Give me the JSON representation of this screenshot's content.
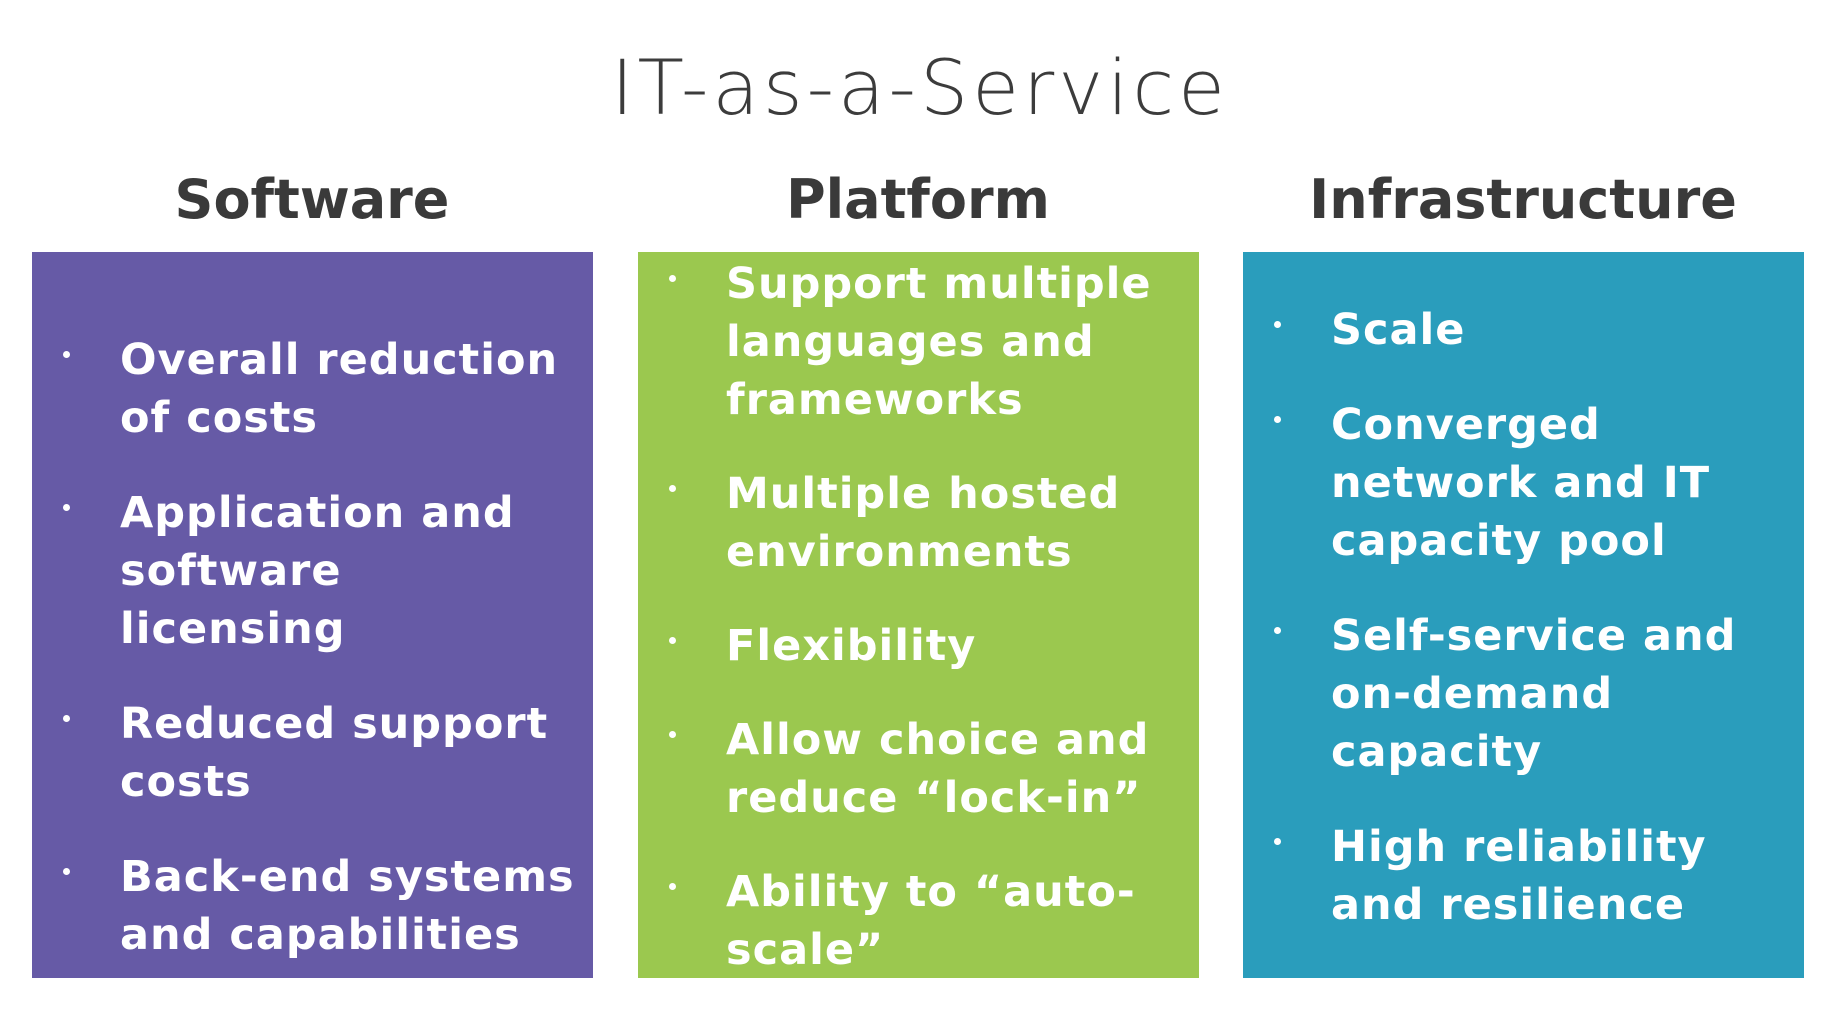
{
  "title": "IT-as-a-Service",
  "columns": [
    {
      "heading": "Software",
      "color": "#665aa6",
      "items": [
        "Overall reduction of costs",
        "Application and software licensing",
        "Reduced support costs",
        "Back-end systems and capabilities"
      ]
    },
    {
      "heading": "Platform",
      "color": "#9bc84f",
      "items": [
        "Support multiple languages and frameworks",
        "Multiple hosted environments",
        "Flexibility",
        "Allow choice and reduce “lock-in”",
        "Ability to “auto-scale”"
      ]
    },
    {
      "heading": "Infrastructure",
      "color": "#2a9dbc",
      "items": [
        "Scale",
        "Converged network and IT capacity pool",
        "Self-service and on-demand capacity",
        "High reliability and resilience"
      ]
    }
  ]
}
